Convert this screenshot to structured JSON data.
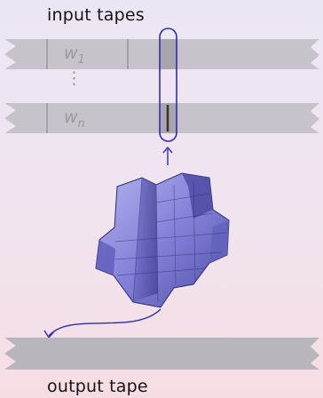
{
  "labels": {
    "input_tapes": "input tapes",
    "output_tape": "output tape"
  },
  "tapes": [
    {
      "base": "w",
      "sub": "1"
    },
    {
      "base": "w",
      "sub": "n"
    }
  ],
  "ellipsis": "⋮",
  "colors": {
    "tape": "#c4c0c8",
    "tape_dark": "#a9a5ad",
    "head": "#2d2db0",
    "arrow": "#2d2db0",
    "object_light": "#9d9be2",
    "object_dark": "#4b4aa0"
  }
}
